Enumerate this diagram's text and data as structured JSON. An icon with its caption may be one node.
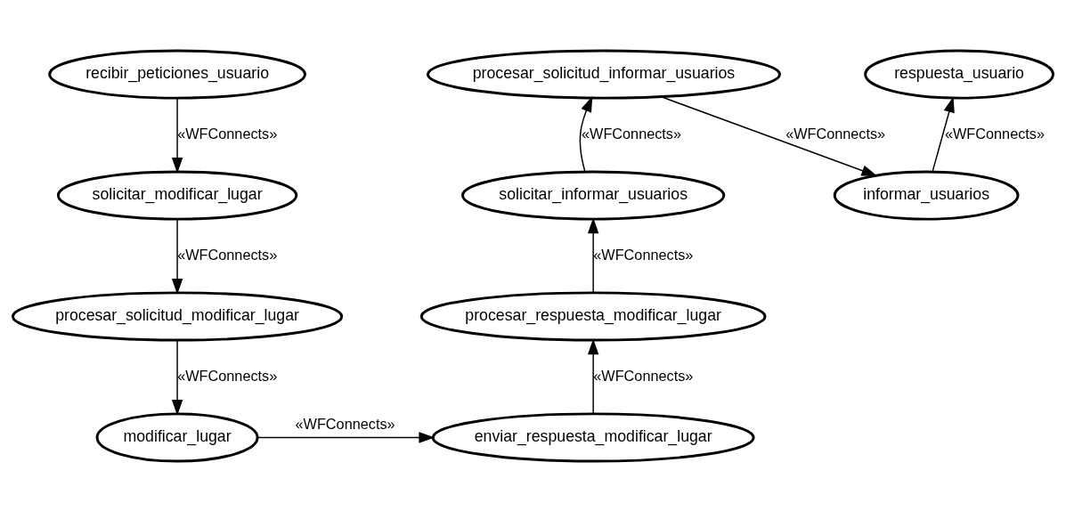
{
  "diagram": {
    "nodes": [
      {
        "text": [
          "recibir_peticiones_usuario"
        ]
      },
      {
        "text": [
          "solicitar_modificar_lugar"
        ]
      },
      {
        "text": [
          "procesar_solicitud_modificar_lugar"
        ]
      },
      {
        "text": [
          "modificar_lugar"
        ]
      },
      {
        "text": [
          "enviar_respuesta_modificar_lugar"
        ]
      },
      {
        "text": [
          "procesar_respuesta_modificar_lugar"
        ]
      },
      {
        "text": [
          "solicitar_informar_usuarios"
        ]
      },
      {
        "text": [
          "procesar_solicitud_informar_usuarios"
        ]
      },
      {
        "text": [
          "informar_usuarios"
        ]
      },
      {
        "text": [
          "respuesta_usuario"
        ]
      }
    ],
    "edges": [
      {
        "from": 0,
        "to": 1,
        "arrow": "to",
        "label": "«WFConnects»"
      },
      {
        "from": 1,
        "to": 2,
        "arrow": "to",
        "label": "«WFConnects»"
      },
      {
        "from": 2,
        "to": 3,
        "arrow": "to",
        "label": "«WFConnects»"
      },
      {
        "from": 3,
        "to": 4,
        "arrow": "to",
        "label": "«WFConnects»"
      },
      {
        "from": 4,
        "to": 5,
        "arrow": "to",
        "label": "«WFConnects»"
      },
      {
        "from": 5,
        "to": 6,
        "arrow": "to",
        "label": "«WFConnects»"
      },
      {
        "from": 6,
        "to": 7,
        "arrow": "to",
        "label": "«WFConnects»"
      },
      {
        "from": 7,
        "to": 8,
        "arrow": "to",
        "label": "«WFConnects»"
      },
      {
        "from": 8,
        "to": 9,
        "arrow": "to",
        "label": "«WFConnects»"
      }
    ]
  }
}
